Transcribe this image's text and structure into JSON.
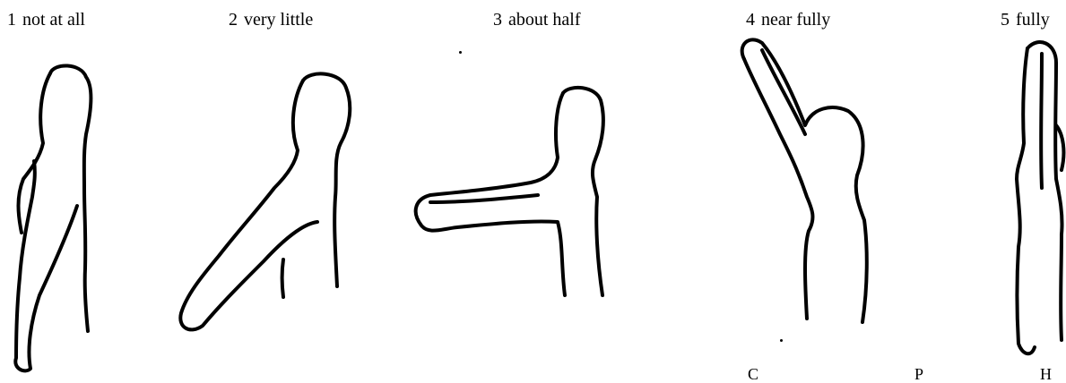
{
  "levels": [
    {
      "number": "1",
      "label": "not at all"
    },
    {
      "number": "2",
      "label": "very little"
    },
    {
      "number": "3",
      "label": "about half"
    },
    {
      "number": "4",
      "label": "near fully"
    },
    {
      "number": "5",
      "label": "fully"
    }
  ],
  "bottom_fragments": [
    "C",
    "P",
    "H"
  ],
  "colors": {
    "ink": "#000000",
    "paper": "#ffffff"
  },
  "icons": {
    "panel_1": "figure-arm-down-icon",
    "panel_2": "figure-arm-low-icon",
    "panel_3": "figure-arm-forward-icon",
    "panel_4": "figure-arm-raised-icon",
    "panel_5": "figure-arm-up-icon"
  }
}
